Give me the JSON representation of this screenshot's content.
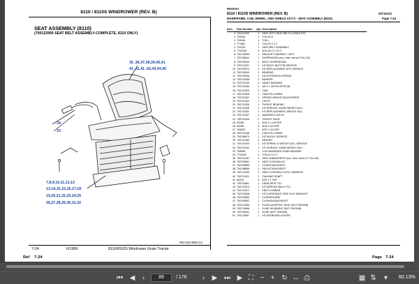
{
  "left_page": {
    "header": "8110 / 8110S WINDROWER (REV. B)",
    "section_title": "SEAT ASSEMBLY (8110)",
    "section_subtitle": "(700122900 SEAT BELT ASSEMBLY-COMPLETE, 8110 ONLY)",
    "callouts": {
      "top_right_1": "35 ,36,37,38,39,40,41",
      "top_right_2": "41 ,41,41 ,42,43,44,45",
      "left_1": "34",
      "left_2": "33",
      "bottom_1": "7,8,9,10,11,12,13",
      "bottom_2": "13,14,15,15,16,17,18",
      "bottom_3": "19,20,21,22,23,24,25",
      "bottom_4": "26,27,28,29,30,31,32"
    },
    "figure_code": "700-122-900.0.0",
    "footer_page": "7-24",
    "footer_date": "6/1999",
    "footer_title": "8110/8110S Windrower Grain Tractor",
    "ref_label": "Ref",
    "ref_page": "7-24"
  },
  "right_page": {
    "brand": "Hesston",
    "header_line": "8110 / 8110S WINDROWER (REV. B)",
    "subheader": "MAINFRAME, CAB, WHEEL, AND SHIELD ASY'S - SEAT ASSEMBLY (8110)",
    "doc_number": "00716131",
    "page_ref": "Page 7-24",
    "columns": [
      "Item",
      "Part Number",
      "Qty",
      "Description"
    ],
    "rows": [
      [
        "0",
        "700122900",
        "1",
        "SEAT WITH SEAT BELTS-COMPLETE"
      ],
      [
        "1",
        "704036",
        "1",
        "7/16-20 H"
      ],
      [
        "2",
        "704206",
        "1",
        "7/16 L"
      ],
      [
        "3",
        "771581",
        "1",
        "7/16-20 X 2 C"
      ],
      [
        "4",
        "701333",
        "1",
        "SEAT BELT ASSEMBLY"
      ],
      [
        "5",
        "7702045",
        "2",
        "5/16-18 X 2-1/2 C"
      ],
      [
        "6",
        "700710699",
        "1",
        "BRACKET-SEATBELT, LEFT"
      ],
      [
        "7",
        "700708811",
        "1",
        "SUSPENSION (Incl. Itms. Items 8 Thru 33)"
      ],
      [
        "8",
        "700709944",
        "1",
        "BOOT SUSPENSION"
      ],
      [
        "9",
        "700711637",
        "1",
        "KIT-BODY, BUTTON SERVICE"
      ],
      [
        "10",
        "700709972",
        "1",
        "KIT-REPLACEMENT SPG SERVICE"
      ],
      [
        "11",
        "700709934",
        "1",
        "BEARING"
      ],
      [
        "12",
        "700709936",
        "1",
        "KIT-EXTENSION SPRING"
      ],
      [
        "13",
        "700710938",
        "2",
        "BUMPER"
      ],
      [
        "14",
        "700711539",
        "4",
        "SHAFT-BEARING"
      ],
      [
        "15",
        "700712450",
        "2",
        "3/8 X 1 3/8 PIN-SPECIAL"
      ],
      [
        "16",
        "700711525",
        "2",
        "CAM"
      ],
      [
        "17",
        "700711528",
        "1",
        "CAM FOLLOWER"
      ],
      [
        "18",
        "700711532",
        "1",
        "SPRING-HEIGHT ADJUSTMENT"
      ],
      [
        "19",
        "700711534",
        "1",
        "LATCH"
      ],
      [
        "20",
        "700711536",
        "1",
        "THRUST BEARING"
      ],
      [
        "21",
        "700711535",
        "1",
        "KIT-SERVICE, KNOB WEIGHT ADJ."
      ],
      [
        "22",
        "700711531",
        "1",
        "KIT-REPLACEMENT, WEIGHT ADJ."
      ],
      [
        "23",
        "700711537",
        "1",
        "WASHER-PLASTIC"
      ],
      [
        "24",
        "700711538",
        "2",
        "THRUST RACE"
      ],
      [
        "25",
        "63156",
        "1",
        "5/16 X 1-1/8 SSP"
      ],
      [
        "26",
        "63255",
        "3",
        "5/16 X 3/4 SSP"
      ],
      [
        "27",
        "763623",
        "2",
        "5/32 X 3/4 SSP"
      ],
      [
        "28",
        "700711528",
        "1",
        "CAM FOLLOWER"
      ],
      [
        "29",
        "700708675",
        "1",
        "KIT-SHOCK SERVICE"
      ],
      [
        "30",
        "700712454",
        "4",
        "SPACER"
      ],
      [
        "31",
        "700711530",
        "1",
        "KIT-SPRING & WEIGHT ADJ.-SERVICE"
      ],
      [
        "32",
        "700711534",
        "1",
        "KIT-SERVICE, KNOB WEIGHT ADJ."
      ],
      [
        "33",
        "706558",
        "1",
        "7/16 HARDENED PLAIN WASHER"
      ],
      [
        "34",
        "7701162",
        "1",
        "7/16-20 X 2 C"
      ],
      [
        "35",
        "700712451",
        "1",
        "SEAT W/BACKREST (Incl. Itms. Items 37 Thru 45)"
      ],
      [
        "36",
        "700709892",
        "1",
        "SEAT CUSHION KIT"
      ],
      [
        "37",
        "700708655",
        "1",
        "COVER-BACKREST"
      ],
      [
        "38",
        "700708656",
        "1",
        "PAD KIT-BACKREST"
      ],
      [
        "39",
        "700712453",
        "2",
        "SEAT CUSHION-CLOTH, NARROW"
      ],
      [
        "40",
        "700711521",
        "1",
        "CAM AND SHAFT"
      ],
      [
        "41",
        "63370",
        "4",
        "5/32 X 1 SSP"
      ],
      [
        "42",
        "700710661",
        "1",
        "KNOB-SEAT TILT"
      ],
      [
        "43",
        "700711513",
        "1",
        "KIT-SERVICE BACK TILT"
      ],
      [
        "44",
        "700711512",
        "1",
        "KNOT-LUMBAR"
      ],
      [
        "45",
        "700710638",
        "1",
        "KIT-CHRISTMAS TREE CLIP, BRACKET"
      ],
      [
        "46",
        "700709653",
        "1",
        "CUSHION ARM"
      ],
      [
        "47",
        "700709652",
        "1",
        "CUSHION-BACKREST"
      ],
      [
        "48",
        "700712453",
        "1",
        "PLATE-ADAPTER, SEAT (NOT SHOWN)"
      ],
      [
        "49",
        "700710656",
        "1",
        "SLIDE W/HANDLE (NOT SHOWN)"
      ],
      [
        "50",
        "700709641",
        "1",
        "SLIDE (NOT SHOWN)"
      ],
      [
        "51",
        "700710657",
        "1",
        "KIT-KNOB AND LEVERS"
      ]
    ],
    "footer_page": "7-24",
    "ref_label": "Page",
    "ref_page": "7-24"
  },
  "toolbar": {
    "current_page": "89",
    "page_total": "/ 176",
    "zoom": "60.13%"
  }
}
